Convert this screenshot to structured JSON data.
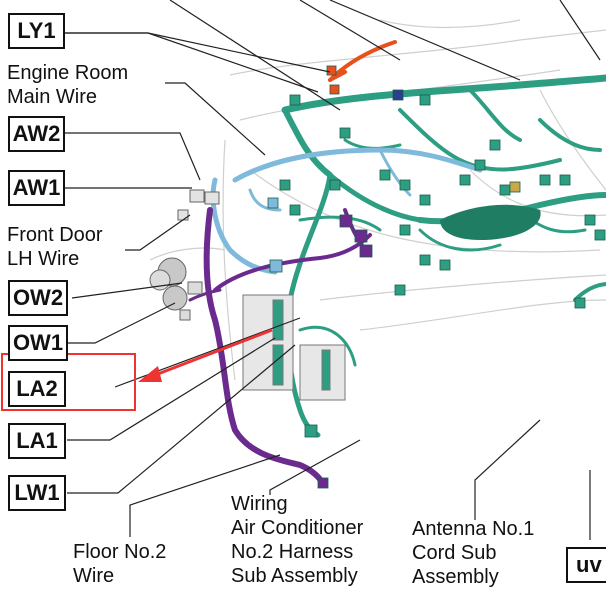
{
  "codes": {
    "ly1": "LY1",
    "aw2": "AW2",
    "aw1": "AW1",
    "ow2": "OW2",
    "ow1": "OW1",
    "la2": "LA2",
    "la1": "LA1",
    "lw1": "LW1",
    "uv": "uv"
  },
  "labels": {
    "engine_room": [
      "Engine Room",
      "Main Wire"
    ],
    "front_door": [
      "Front Door",
      "LH Wire"
    ],
    "floor": [
      "Floor No.2",
      "Wire"
    ],
    "wiring_ac": [
      "Wiring",
      "Air Conditioner",
      "No.2 Harness",
      "Sub Assembly"
    ],
    "antenna": [
      "Antenna No.1",
      "Cord Sub",
      "Assembly"
    ]
  },
  "colors": {
    "harness_green": "#2e9e83",
    "harness_blue": "#7fb9db",
    "harness_purple": "#6a2a8e",
    "harness_orange": "#e8501e",
    "connector_gray": "#c8c8c8",
    "highlight_red": "#ee3333"
  }
}
